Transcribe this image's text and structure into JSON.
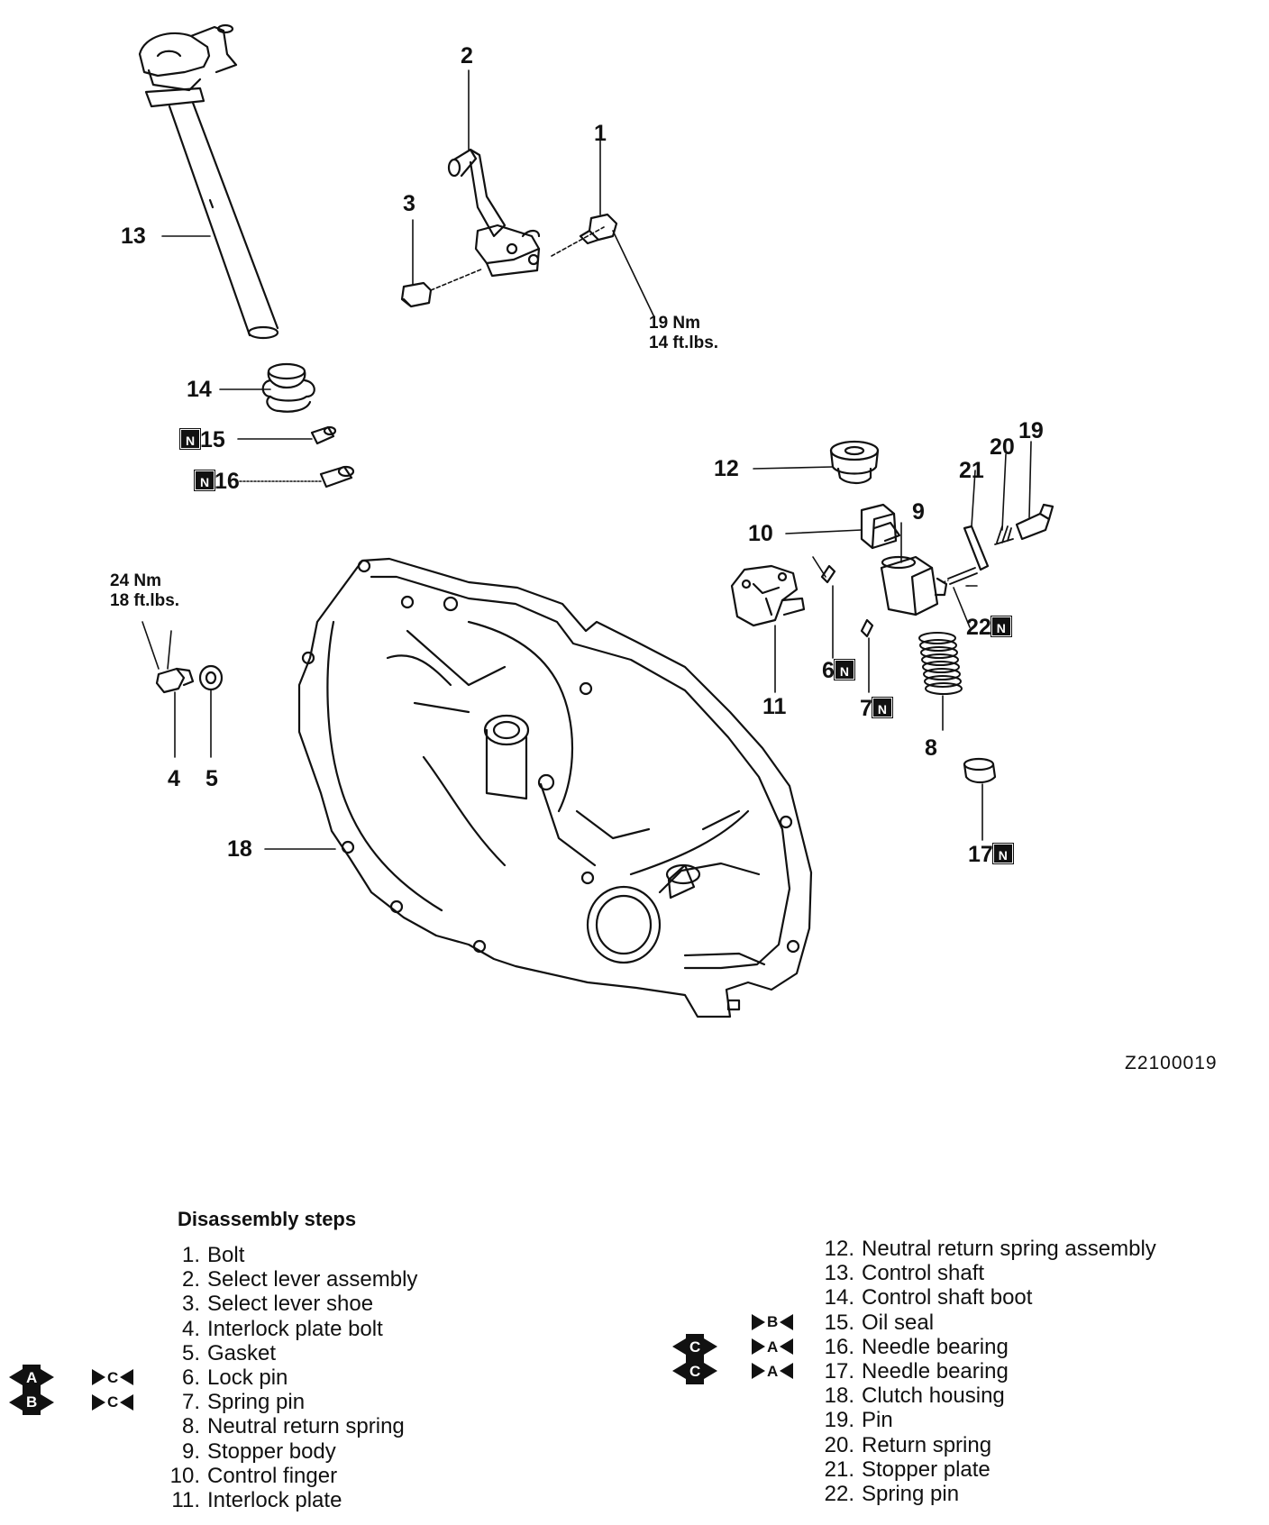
{
  "figure": {
    "code": "Z2100019",
    "n_mark": "N",
    "callouts": {
      "c1": "1",
      "c2": "2",
      "c3": "3",
      "c4": "4",
      "c5": "5",
      "c6": "6",
      "c7": "7",
      "c8": "8",
      "c9": "9",
      "c10": "10",
      "c11": "11",
      "c12": "12",
      "c13": "13",
      "c14": "14",
      "c15": "15",
      "c16": "16",
      "c17": "17",
      "c18": "18",
      "c19": "19",
      "c20": "20",
      "c21": "21",
      "c22": "22"
    },
    "torque_1": {
      "nm": "19 Nm",
      "ftlbs": "14 ft.lbs."
    },
    "torque_4": {
      "nm": "24 Nm",
      "ftlbs": "18 ft.lbs."
    }
  },
  "steps": {
    "title": "Disassembly steps",
    "left": [
      {
        "num": "1.",
        "label": "Bolt"
      },
      {
        "num": "2.",
        "label": "Select lever assembly"
      },
      {
        "num": "3.",
        "label": "Select lever shoe"
      },
      {
        "num": "4.",
        "label": "Interlock plate bolt"
      },
      {
        "num": "5.",
        "label": "Gasket"
      },
      {
        "num": "6.",
        "label": "Lock pin"
      },
      {
        "num": "7.",
        "label": "Spring pin"
      },
      {
        "num": "8.",
        "label": "Neutral return spring"
      },
      {
        "num": "9.",
        "label": "Stopper body"
      },
      {
        "num": "10.",
        "label": "Control finger"
      },
      {
        "num": "11.",
        "label": "Interlock plate"
      }
    ],
    "right": [
      {
        "num": "12.",
        "label": "Neutral return  spring assembly"
      },
      {
        "num": "13.",
        "label": "Control shaft"
      },
      {
        "num": "14.",
        "label": "Control shaft boot"
      },
      {
        "num": "15.",
        "label": "Oil seal"
      },
      {
        "num": "16.",
        "label": "Needle bearing"
      },
      {
        "num": "17.",
        "label": "Needle bearing"
      },
      {
        "num": "18.",
        "label": "Clutch housing"
      },
      {
        "num": "19.",
        "label": "Pin"
      },
      {
        "num": "20.",
        "label": "Return spring"
      },
      {
        "num": "21.",
        "label": "Stopper plate"
      },
      {
        "num": "22.",
        "label": "Spring pin"
      }
    ],
    "marks": {
      "m6_dis": "A",
      "m6_as": "C",
      "m7_dis": "B",
      "m7_as": "C",
      "m15_as": "B",
      "m16_dis": "C",
      "m16_as": "A",
      "m17_dis": "C",
      "m17_as": "A"
    }
  }
}
